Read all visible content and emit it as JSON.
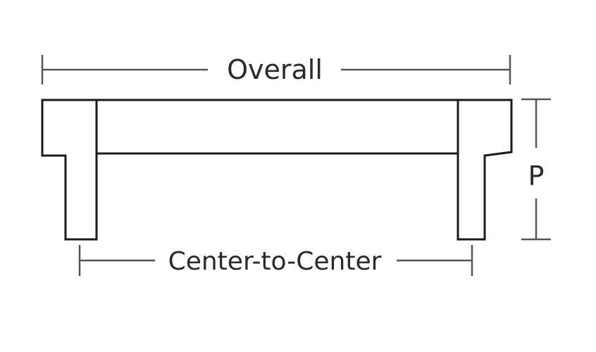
{
  "labels": {
    "overall": "Overall",
    "center_to_center": "Center-to-Center",
    "projection": "P"
  },
  "colors": {
    "outline": "#1a1a1a",
    "dimension": "#555555",
    "text": "#2a2a2a",
    "background": "#ffffff"
  }
}
